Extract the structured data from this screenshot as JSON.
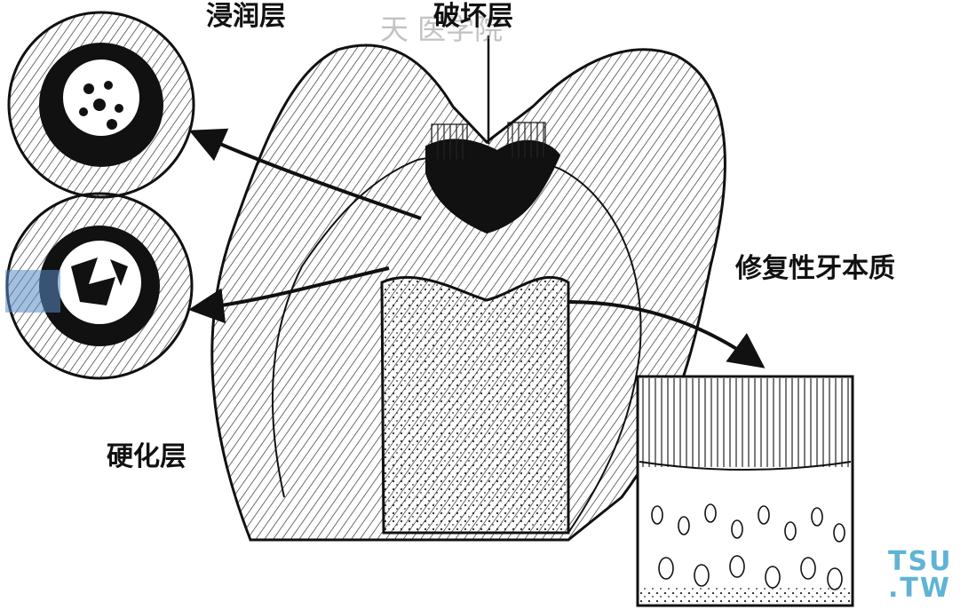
{
  "labels": {
    "infiltration_layer": "浸润层",
    "destruction_layer": "破坏层",
    "sclerotic_layer": "硬化层",
    "reparative_dentin": "修复性牙本质"
  },
  "watermark": {
    "text": "天 医学院",
    "logo_line1": "TSU",
    "logo_line2": ".TW"
  },
  "colors": {
    "ink": "#111111",
    "background": "#ffffff",
    "logo": "#5fb4d6",
    "side_mark": "#5a8cc8"
  }
}
